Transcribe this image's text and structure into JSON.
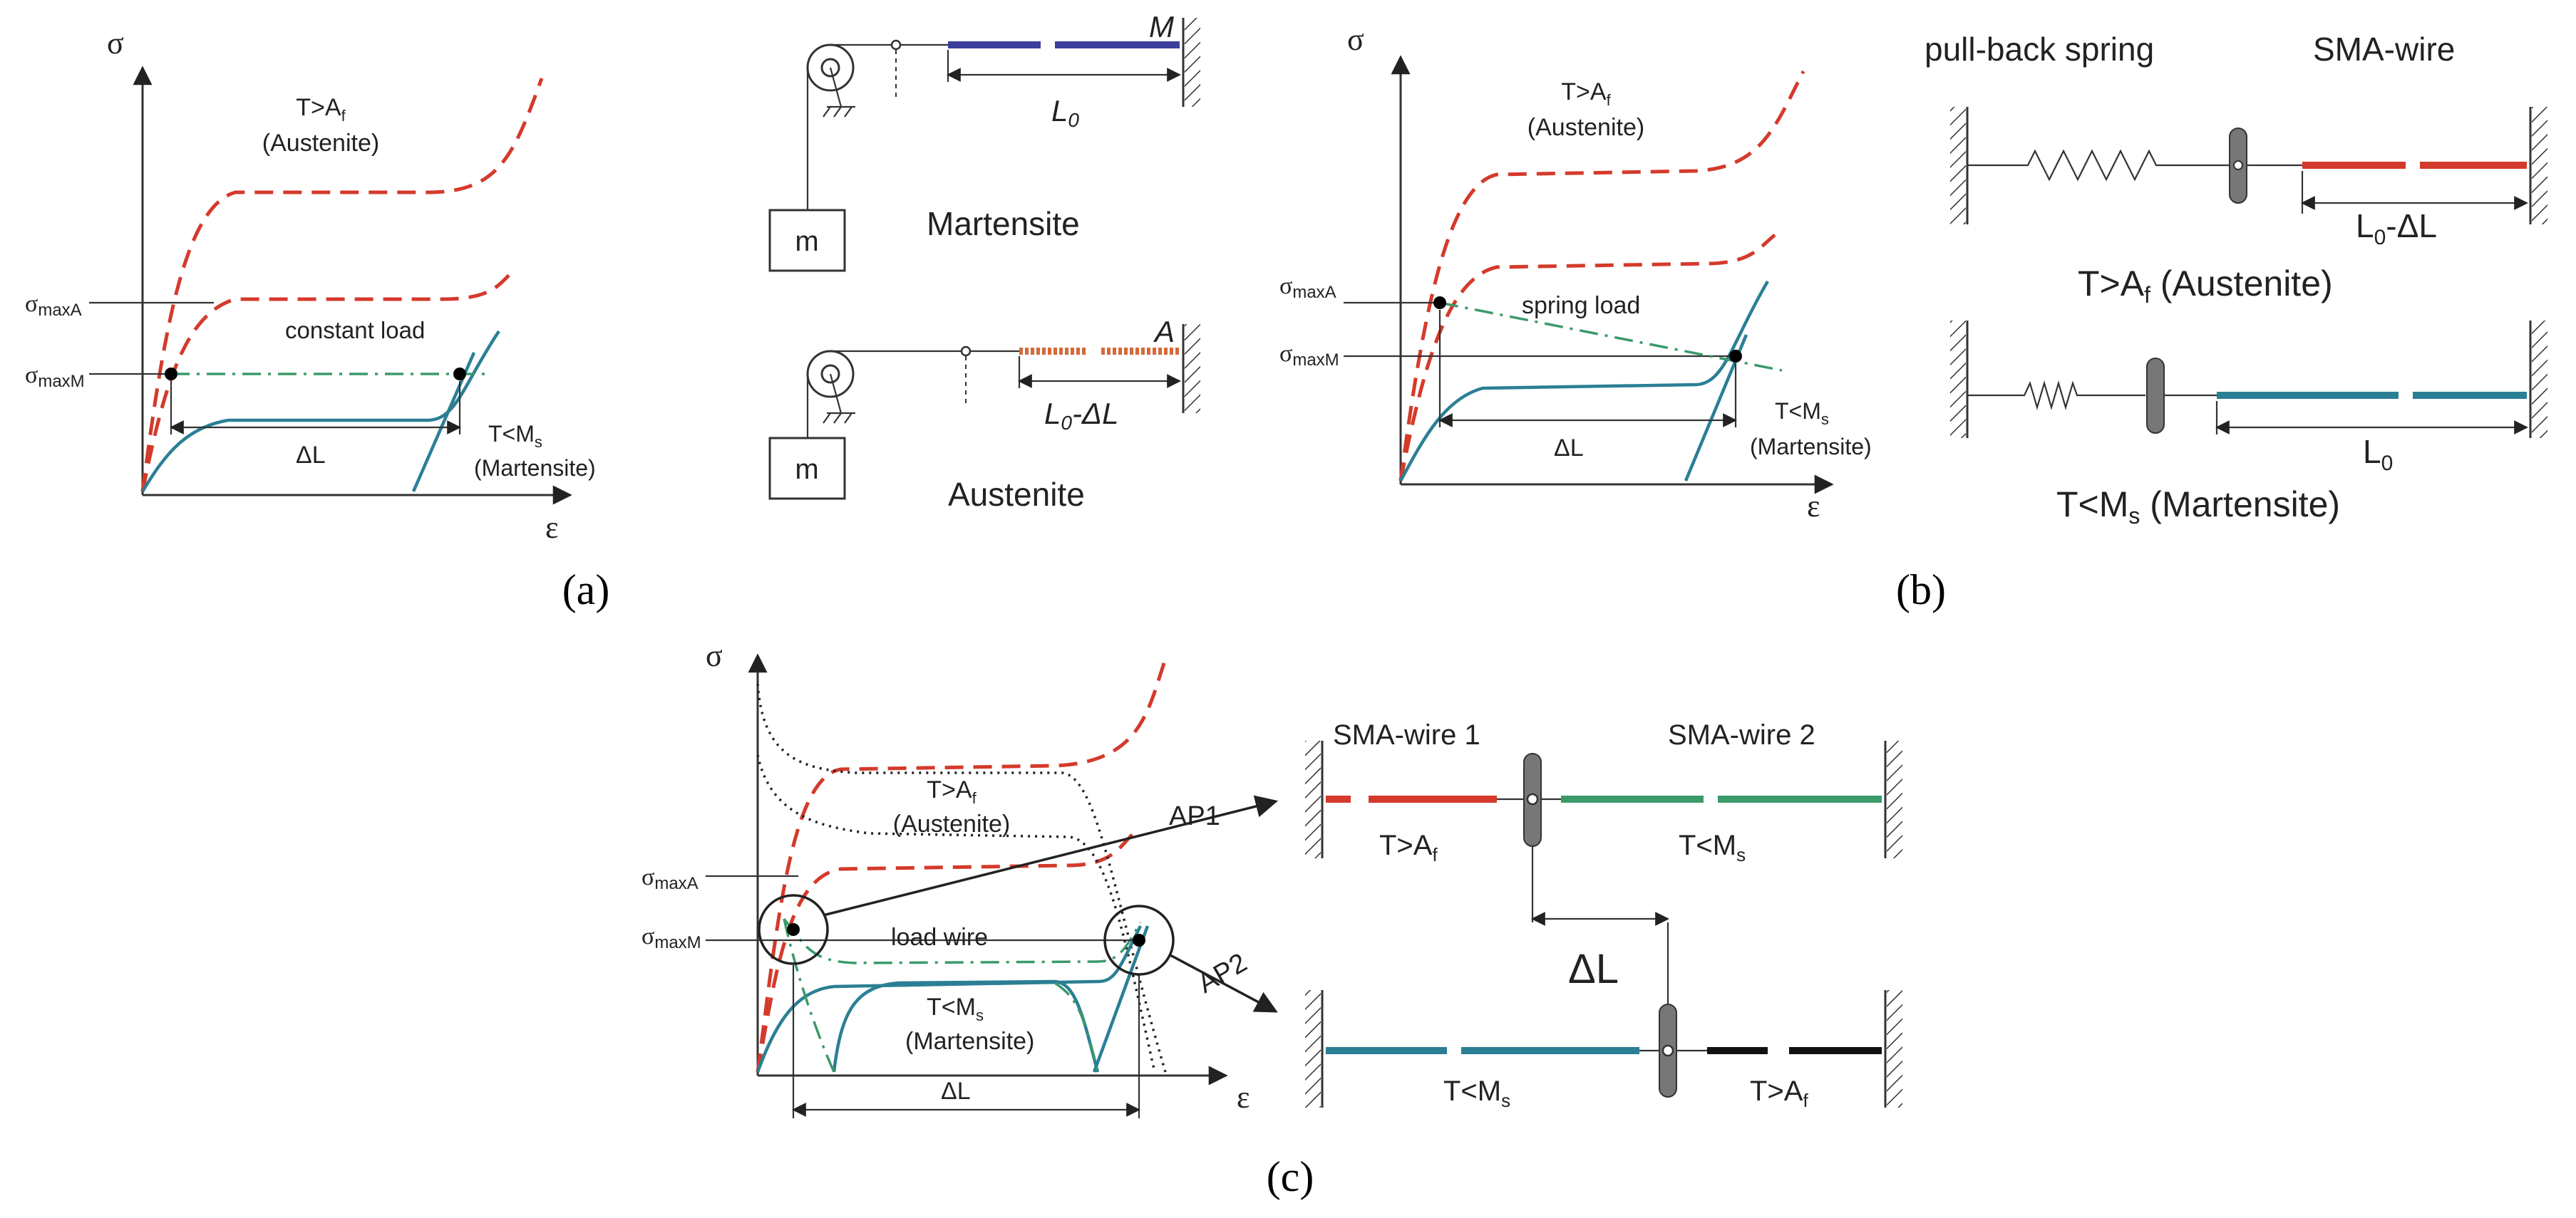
{
  "panel_a": {
    "caption": "(a)",
    "graph": {
      "y_axis": "σ",
      "x_axis": "ε",
      "austenite_line1": "T>A",
      "austenite_sub": "f",
      "austenite_line2": "(Austenite)",
      "sigma_max_a": "σ",
      "sigma_max_a_sub": "maxA",
      "sigma_max_m": "σ",
      "sigma_max_m_sub": "maxM",
      "load_label": "constant load",
      "delta_l": "ΔL",
      "martensite_line1": "T<M",
      "martensite_sub": "s",
      "martensite_line2": "(Martensite)"
    },
    "schematic": {
      "mass": "m",
      "wire_label_m": "M",
      "length_m": "L",
      "length_m_sub": "0",
      "phase_m": "Martensite",
      "wire_label_a": "A",
      "length_a": "L",
      "length_a_sub": "0",
      "length_a_rest": "-ΔL",
      "phase_a": "Austenite"
    }
  },
  "panel_b": {
    "caption": "(b)",
    "graph": {
      "y_axis": "σ",
      "x_axis": "ε",
      "austenite_line1": "T>A",
      "austenite_sub": "f",
      "austenite_line2": "(Austenite)",
      "sigma_max_a": "σ",
      "sigma_max_a_sub": "maxA",
      "sigma_max_m": "σ",
      "sigma_max_m_sub": "maxM",
      "load_label": "spring load",
      "delta_l": "ΔL",
      "martensite_line1": "T<M",
      "martensite_sub": "s",
      "martensite_line2": "(Martensite)"
    },
    "schematic": {
      "spring_label": "pull-back spring",
      "wire_label": "SMA-wire",
      "length_top": "L",
      "length_top_sub": "0",
      "length_top_rest": "-ΔL",
      "state_top": "T>A",
      "state_top_sub": "f",
      "state_top_rest": " (Austenite)",
      "length_bottom": "L",
      "length_bottom_sub": "0",
      "state_bottom": "T<M",
      "state_bottom_sub": "s",
      "state_bottom_rest": " (Martensite)"
    }
  },
  "panel_c": {
    "caption": "(c)",
    "graph": {
      "y_axis": "σ",
      "x_axis": "ε",
      "austenite_line1": "T>A",
      "austenite_sub": "f",
      "austenite_line2": "(Austenite)",
      "sigma_max_a": "σ",
      "sigma_max_a_sub": "maxA",
      "sigma_max_m": "σ",
      "sigma_max_m_sub": "maxM",
      "load_label": "load wire",
      "martensite_line1": "T<M",
      "martensite_sub": "s",
      "martensite_line2": "(Martensite)",
      "delta_l": "ΔL",
      "ap1": "AP1",
      "ap2": "AP2"
    },
    "schematic": {
      "wire1": "SMA-wire 1",
      "wire2": "SMA-wire 2",
      "top_left_state": "T>A",
      "top_left_sub": "f",
      "top_right_state": "T<M",
      "top_right_sub": "s",
      "delta_l": "ΔL",
      "bottom_left_state": "T<M",
      "bottom_left_sub": "s",
      "bottom_right_state": "T>A",
      "bottom_right_sub": "f"
    }
  },
  "colors": {
    "austenite": "#d43a2b",
    "martensite": "#2b7f95",
    "load_line": "#3a9a6a",
    "wire_m": "#3d3f9a",
    "wire_a": "#d46a3a",
    "wire_black": "#111111"
  }
}
